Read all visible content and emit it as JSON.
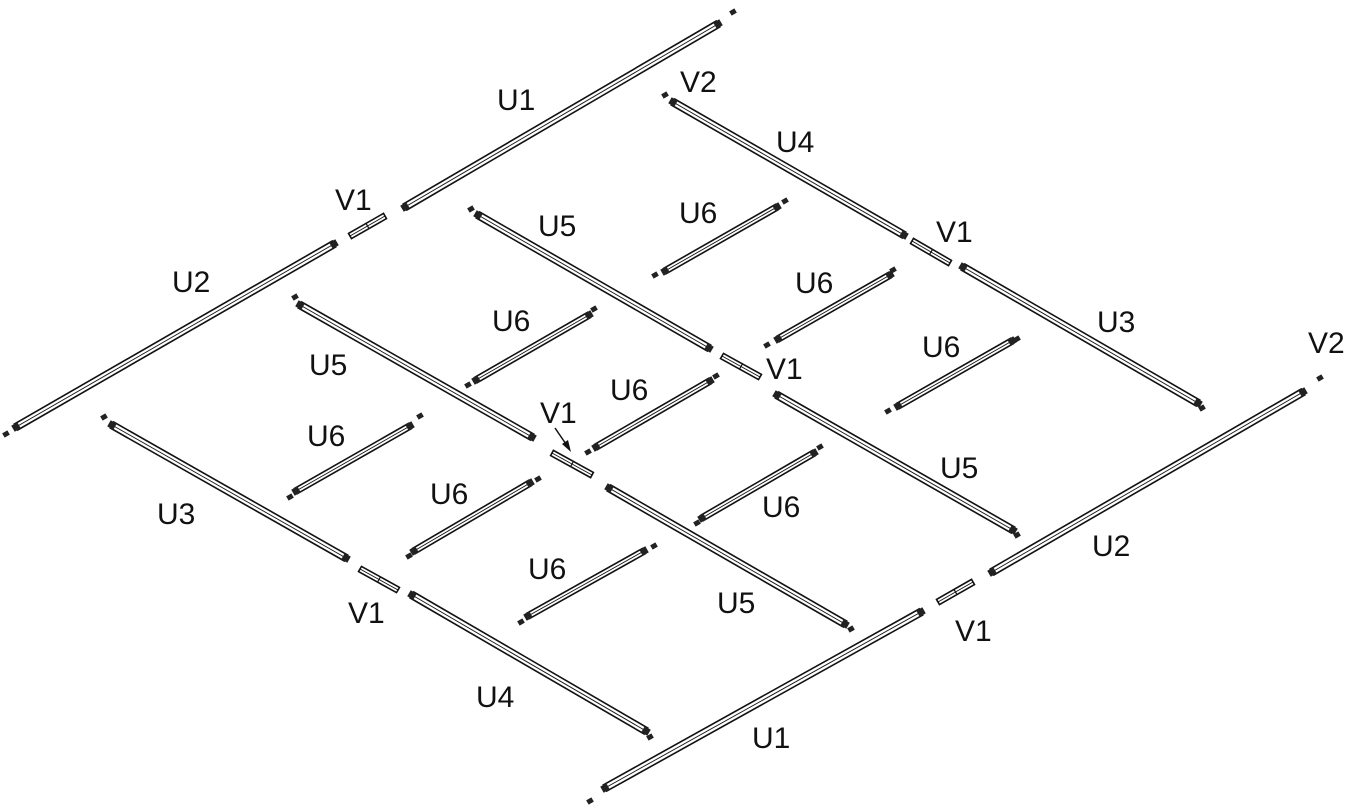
{
  "colors": {
    "stroke": "#111111",
    "fill": "#ffffff",
    "cap": "#222222",
    "label": "#111111"
  },
  "parts": [
    {
      "id": "u1-top",
      "label": "U1"
    },
    {
      "id": "u1-bottom",
      "label": "U1"
    },
    {
      "id": "u2-left",
      "label": "U2"
    },
    {
      "id": "u2-right",
      "label": "U2"
    },
    {
      "id": "u3-left",
      "label": "U3"
    },
    {
      "id": "u3-right",
      "label": "U3"
    },
    {
      "id": "u4-top",
      "label": "U4"
    },
    {
      "id": "u4-bottom",
      "label": "U4"
    },
    {
      "id": "u5-a",
      "label": "U5"
    },
    {
      "id": "u5-b",
      "label": "U5"
    },
    {
      "id": "u5-c",
      "label": "U5"
    },
    {
      "id": "u5-d",
      "label": "U5"
    },
    {
      "id": "u6-a",
      "label": "U6"
    },
    {
      "id": "u6-b",
      "label": "U6"
    },
    {
      "id": "u6-c",
      "label": "U6"
    },
    {
      "id": "u6-d",
      "label": "U6"
    },
    {
      "id": "u6-e",
      "label": "U6"
    },
    {
      "id": "u6-f",
      "label": "U6"
    },
    {
      "id": "u6-g",
      "label": "U6"
    },
    {
      "id": "u6-h",
      "label": "U6"
    },
    {
      "id": "u6-i",
      "label": "U6"
    },
    {
      "id": "v1-upper-left",
      "label": "V1"
    },
    {
      "id": "v1-upper-right",
      "label": "V1"
    },
    {
      "id": "v1-center-right",
      "label": "V1"
    },
    {
      "id": "v1-center",
      "label": "V1"
    },
    {
      "id": "v1-lower-left",
      "label": "V1"
    },
    {
      "id": "v1-lower-right",
      "label": "V1"
    },
    {
      "id": "v2-top",
      "label": "V2"
    },
    {
      "id": "v2-right",
      "label": "V2"
    }
  ]
}
